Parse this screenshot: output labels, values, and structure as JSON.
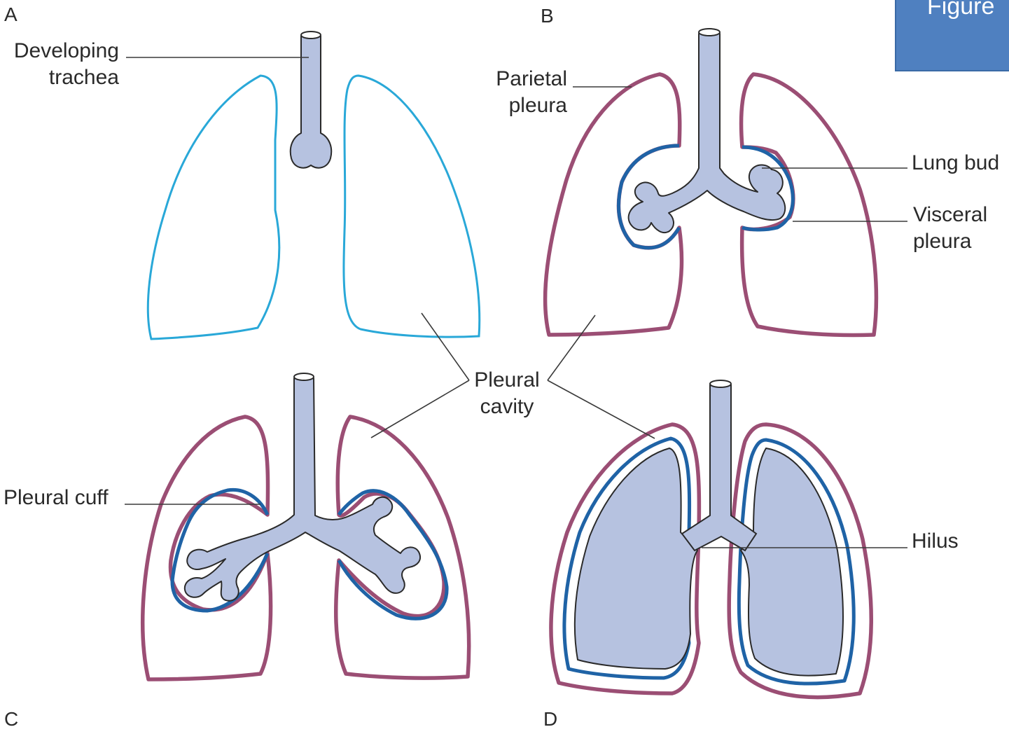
{
  "corner_tab": {
    "text": "Figure"
  },
  "panels": {
    "a": "A",
    "b": "B",
    "c": "C",
    "d": "D"
  },
  "labels": {
    "developing_trachea": [
      "Developing",
      "trachea"
    ],
    "parietal_pleura": [
      "Parietal",
      "pleura"
    ],
    "lung_bud": "Lung bud",
    "visceral_pleura": [
      "Visceral",
      "pleura"
    ],
    "pleural_cavity": [
      "Pleural",
      "cavity"
    ],
    "pleural_cuff": "Pleural cuff",
    "hilus": "Hilus"
  },
  "colors": {
    "early_pleura_outline": "#29a8d8",
    "parietal_pleura": "#9b4e74",
    "visceral_pleura": "#1f63a6",
    "lung_tissue": "#b6c2e0",
    "tab_background": "#4f80c0"
  }
}
